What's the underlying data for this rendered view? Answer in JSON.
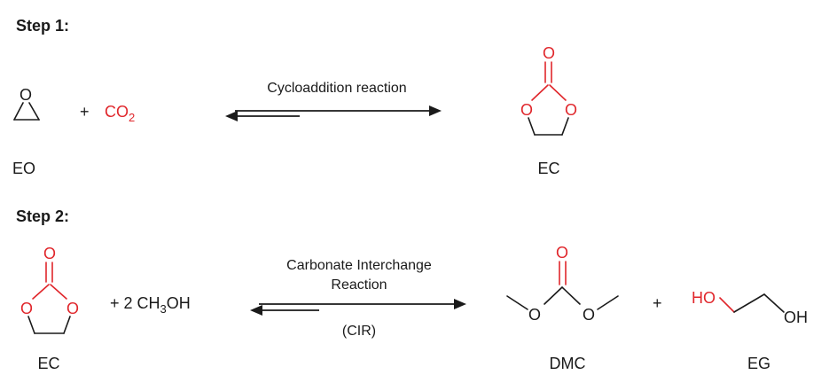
{
  "step1": {
    "title": "Step 1:",
    "reactant_label": "EO",
    "plus": "+",
    "co2_main": "CO",
    "co2_sub": "2",
    "arrow_label": "Cycloaddition reaction",
    "product_label": "EC",
    "atoms": {
      "ring_o": "O",
      "carbonyl_o": "O",
      "ec_o_left": "O",
      "ec_o_right": "O"
    }
  },
  "step2": {
    "title": "Step 2:",
    "reactant_label": "EC",
    "plus_methanol": "+ 2 CH",
    "methanol_sub": "3",
    "methanol_end": "OH",
    "arrow_label_line1": "Carbonate Interchange",
    "arrow_label_line2": "Reaction",
    "arrow_label_abbr": "(CIR)",
    "product1_label": "DMC",
    "plus": "+",
    "product2_label": "EG",
    "atoms": {
      "ec_carbonyl_o": "O",
      "ec_o_left": "O",
      "ec_o_right": "O",
      "dmc_carbonyl_o": "O",
      "dmc_o_left": "O",
      "dmc_o_right": "O",
      "eg_ho": "HO",
      "eg_oh": "OH"
    }
  },
  "colors": {
    "highlight": "#e0262b",
    "ink": "#1a1a1a"
  }
}
